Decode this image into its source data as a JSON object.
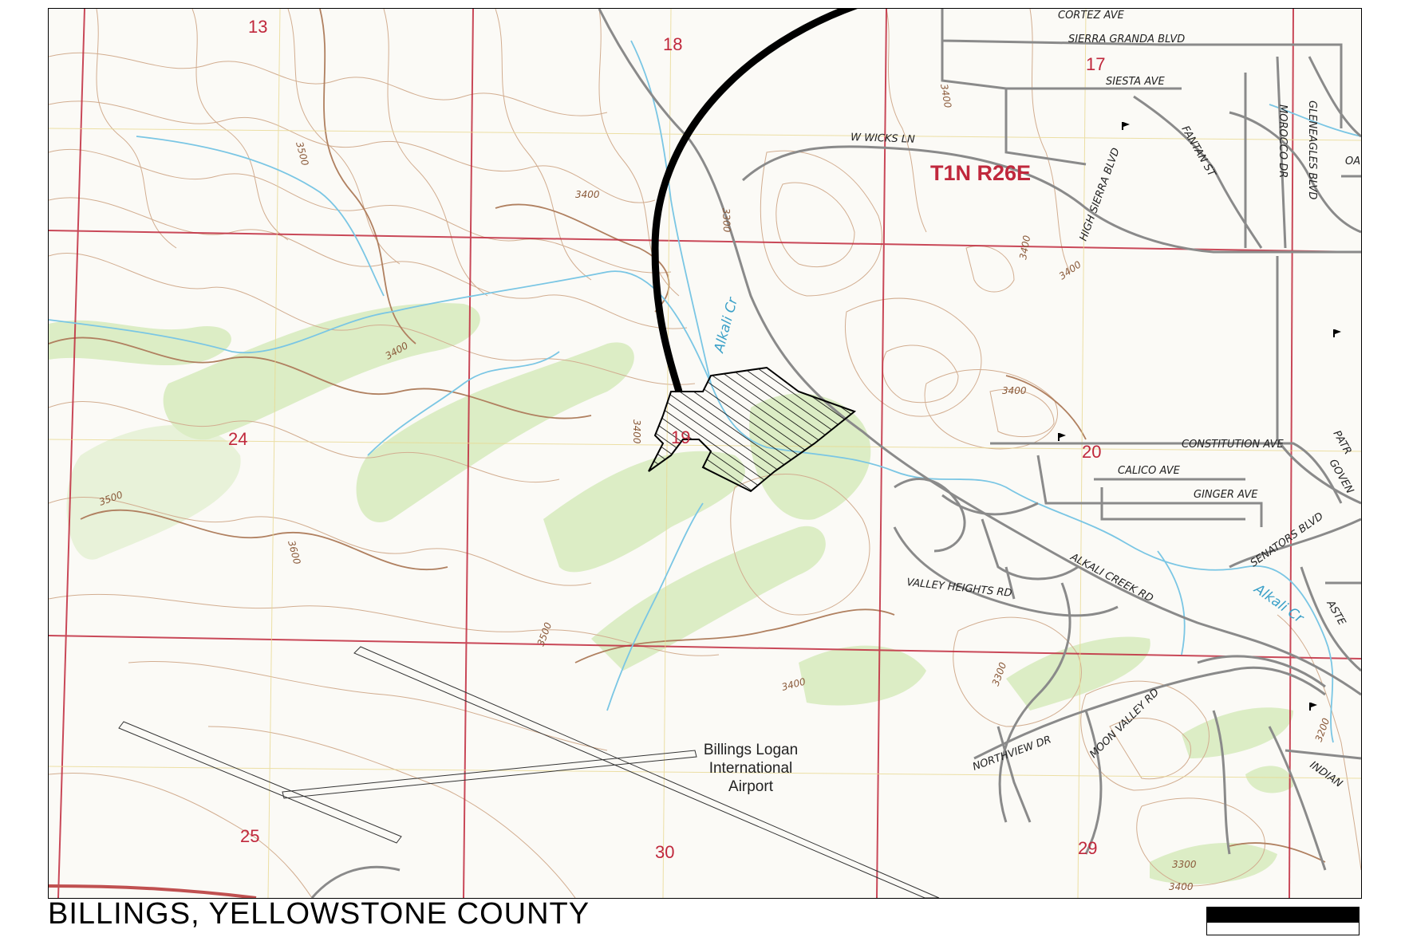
{
  "map": {
    "township_label": "T1N R26E",
    "section_numbers": [
      "13",
      "18",
      "17",
      "24",
      "19",
      "20",
      "25",
      "30",
      "29"
    ],
    "road_labels": [
      "CORTEZ AVE",
      "SIERRA GRANDA BLVD",
      "SIESTA AVE",
      "W WICKS LN",
      "HIGH SIERRA BLVD",
      "FANTAN ST",
      "MOROCCO DR",
      "GLENEAGLES BLVD",
      "OA",
      "CONSTITUTION AVE",
      "CALICO AVE",
      "GINGER AVE",
      "PATR",
      "GOVEN",
      "SENATORS BLVD",
      "ALKALI CREEK RD",
      "VALLEY HEIGHTS RD",
      "ASTE",
      "NORTHVIEW DR",
      "MOON VALLEY RD",
      "INDIAN"
    ],
    "creek_labels": [
      "Alkali Cr",
      "Alkali Cr"
    ],
    "contour_labels": [
      "3500",
      "3400",
      "3400",
      "3300",
      "3400",
      "3400",
      "3500",
      "3600",
      "3400",
      "3400",
      "3400",
      "3500",
      "3400",
      "3300",
      "3200",
      "3300",
      "3400"
    ],
    "airport_label": [
      "Billings Logan",
      "International",
      "Airport"
    ],
    "colors": {
      "section_line": "#c0283c",
      "contour": "#c89a78",
      "water": "#7ac6e4",
      "vegetation": "#d8ebc0",
      "road": "#8a8a8a"
    }
  },
  "footer": {
    "title": "BILLINGS, YELLOWSTONE COUNTY"
  }
}
